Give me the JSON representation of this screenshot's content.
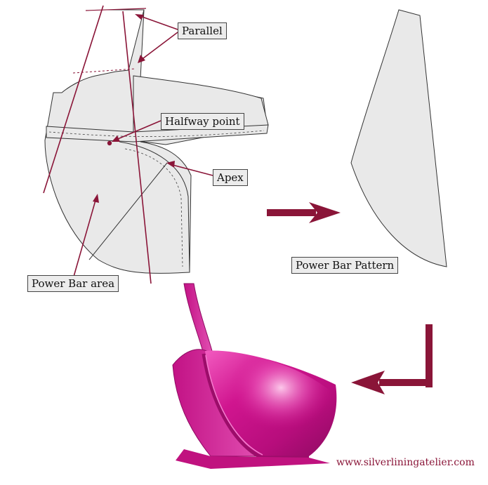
{
  "labels": {
    "parallel": "Parallel",
    "halfway_point": "Halfway point",
    "apex": "Apex",
    "power_bar_area": "Power Bar area",
    "power_bar_pattern": "Power Bar Pattern"
  },
  "watermark": "www.silverliningatelier.com",
  "colors": {
    "accent": "#8a1538",
    "pattern_fill": "#e9e9e9",
    "outline": "#333333",
    "fabric": "#d0158f"
  },
  "icons": {
    "arrow_right": "arrow-right-icon",
    "arrow_elbow": "elbow-arrow-icon"
  }
}
